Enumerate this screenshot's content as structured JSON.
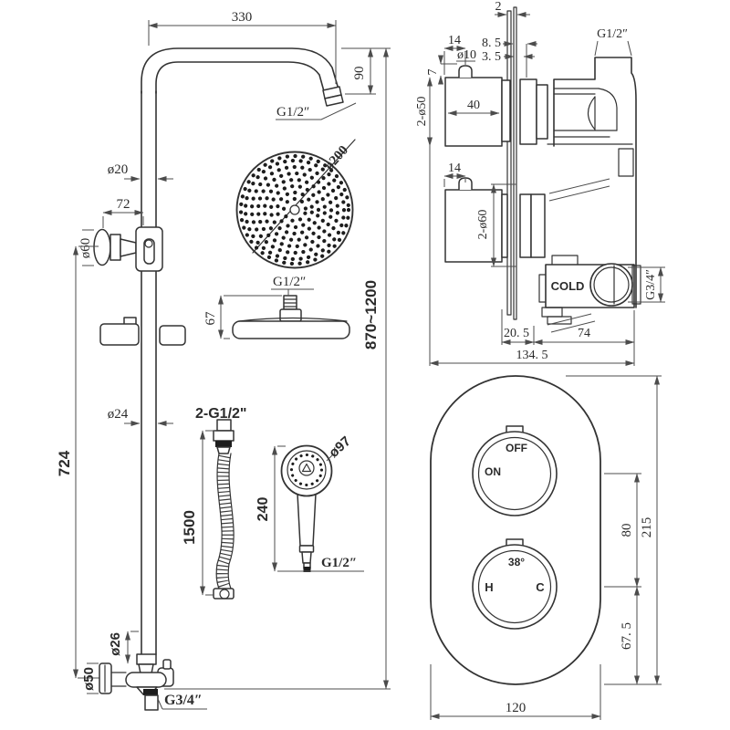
{
  "drawing_type": "shower system technical dimension drawing",
  "column": {
    "arm_length": "330",
    "arm_height": "90",
    "arm_thread": "G1/2″",
    "head_diameter": "ø200",
    "pipe_diameter": "ø20",
    "diverter_offset": "72",
    "diverter_diameter": "ø60",
    "head_thread": "G1/2″",
    "head_depth": "67",
    "overall_height": "870~1200",
    "pipe_lower_diameter": "ø24",
    "rail_length": "724",
    "hose_thread": "2-G1/2\"",
    "hose_length": "1500",
    "hand_diameter": "ø97",
    "hand_length": "240",
    "hand_thread": "G1/2″",
    "neck_diameter": "ø26",
    "flange_diameter": "ø50",
    "outlet_thread": "G3/4″"
  },
  "valve": {
    "wall_thickness": "2",
    "stem_offset_upper": "14",
    "stem_diameter": "ø10",
    "recess_a": "8. 5",
    "recess_b": "3. 5",
    "outlet_thread": "G1/2″",
    "stem_height": "7",
    "knobs_upper": "2-ø50",
    "knob_depth": "40",
    "stem_offset_lower": "14",
    "knobs_lower": "2-ø60",
    "cold_label": "COLD",
    "cold_thread": "G3/4″",
    "plate_to_body": "20. 5",
    "body_width": "74",
    "overall_depth": "134. 5"
  },
  "plate": {
    "off": "OFF",
    "on": "ON",
    "temperature": "38°",
    "hot": "H",
    "cold": "C",
    "dial_gap": "80",
    "height": "215",
    "bottom_gap": "67. 5",
    "width": "120"
  }
}
